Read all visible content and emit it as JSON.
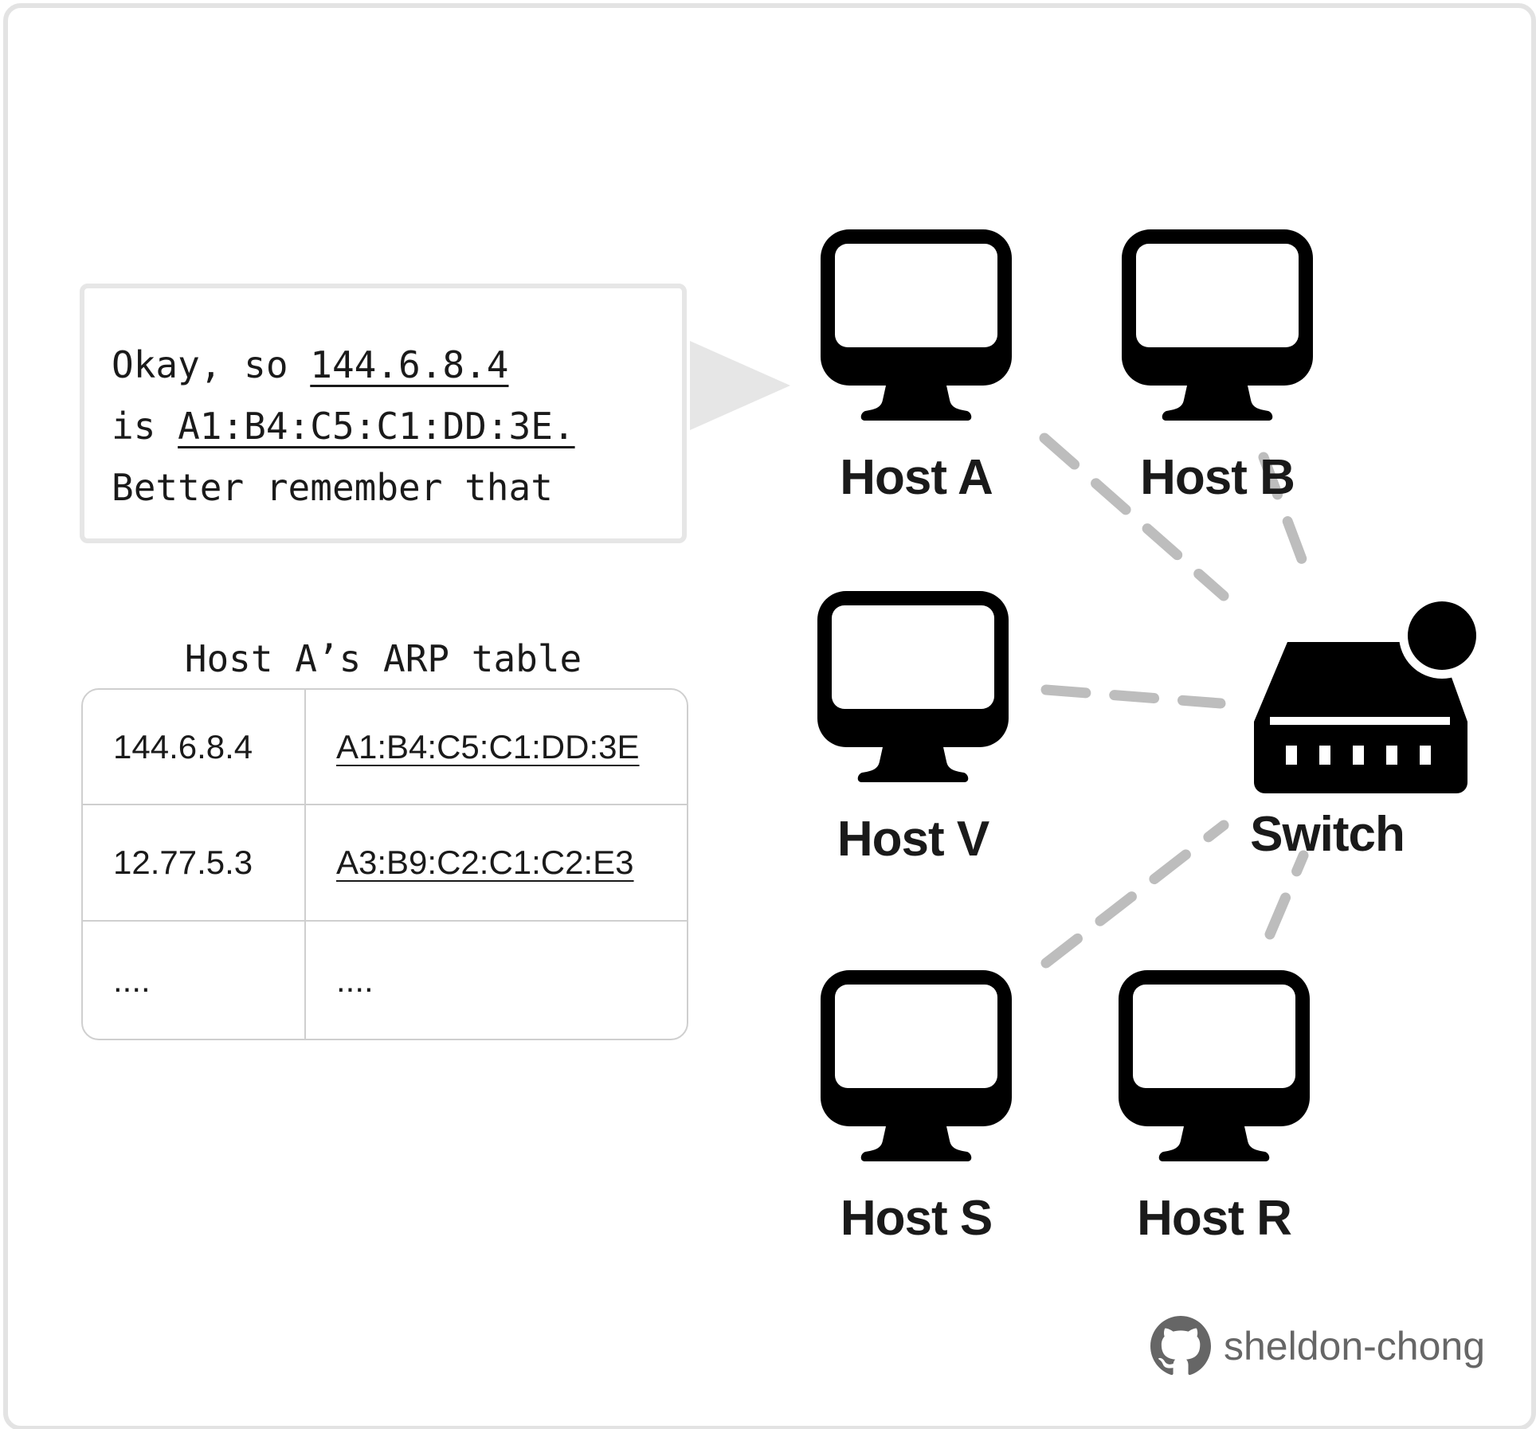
{
  "speech_bubble": {
    "line1_prefix": "Okay, so ",
    "line1_ip": "144.6.8.4",
    "line2_prefix": "is ",
    "line2_mac": "A1:B4:C5:C1:DD:3E.",
    "line3": "Better remember that"
  },
  "arp_table": {
    "caption": "Host A’s ARP table",
    "rows": [
      {
        "ip": "144.6.8.4",
        "mac": "A1:B4:C5:C1:DD:3E"
      },
      {
        "ip": "12.77.5.3",
        "mac": "A3:B9:C2:C1:C2:E3"
      },
      {
        "ip": "....",
        "mac": "...."
      }
    ]
  },
  "network": {
    "hosts": [
      {
        "id": "a",
        "label": "Host A",
        "icon": "computer-monitor-icon"
      },
      {
        "id": "b",
        "label": "Host B",
        "icon": "computer-monitor-icon"
      },
      {
        "id": "v",
        "label": "Host V",
        "icon": "computer-monitor-icon"
      },
      {
        "id": "s",
        "label": "Host S",
        "icon": "computer-monitor-icon"
      },
      {
        "id": "r",
        "label": "Host R",
        "icon": "computer-monitor-icon"
      }
    ],
    "switch": {
      "label": "Switch",
      "icon": "network-switch-icon"
    },
    "links": [
      {
        "from": "Host A",
        "to": "Switch"
      },
      {
        "from": "Host B",
        "to": "Switch"
      },
      {
        "from": "Host V",
        "to": "Switch"
      },
      {
        "from": "Host S",
        "to": "Switch"
      },
      {
        "from": "Host R",
        "to": "Switch"
      }
    ]
  },
  "branding": {
    "icon": "github-icon",
    "name": "sheldon-chong"
  },
  "colors": {
    "icon": "#000000",
    "text": "#1a1a1a",
    "link": "#bdbdbd",
    "bubble_border": "#e6e6e6",
    "table_border": "#cfcfcf",
    "brand_text": "#666666"
  }
}
